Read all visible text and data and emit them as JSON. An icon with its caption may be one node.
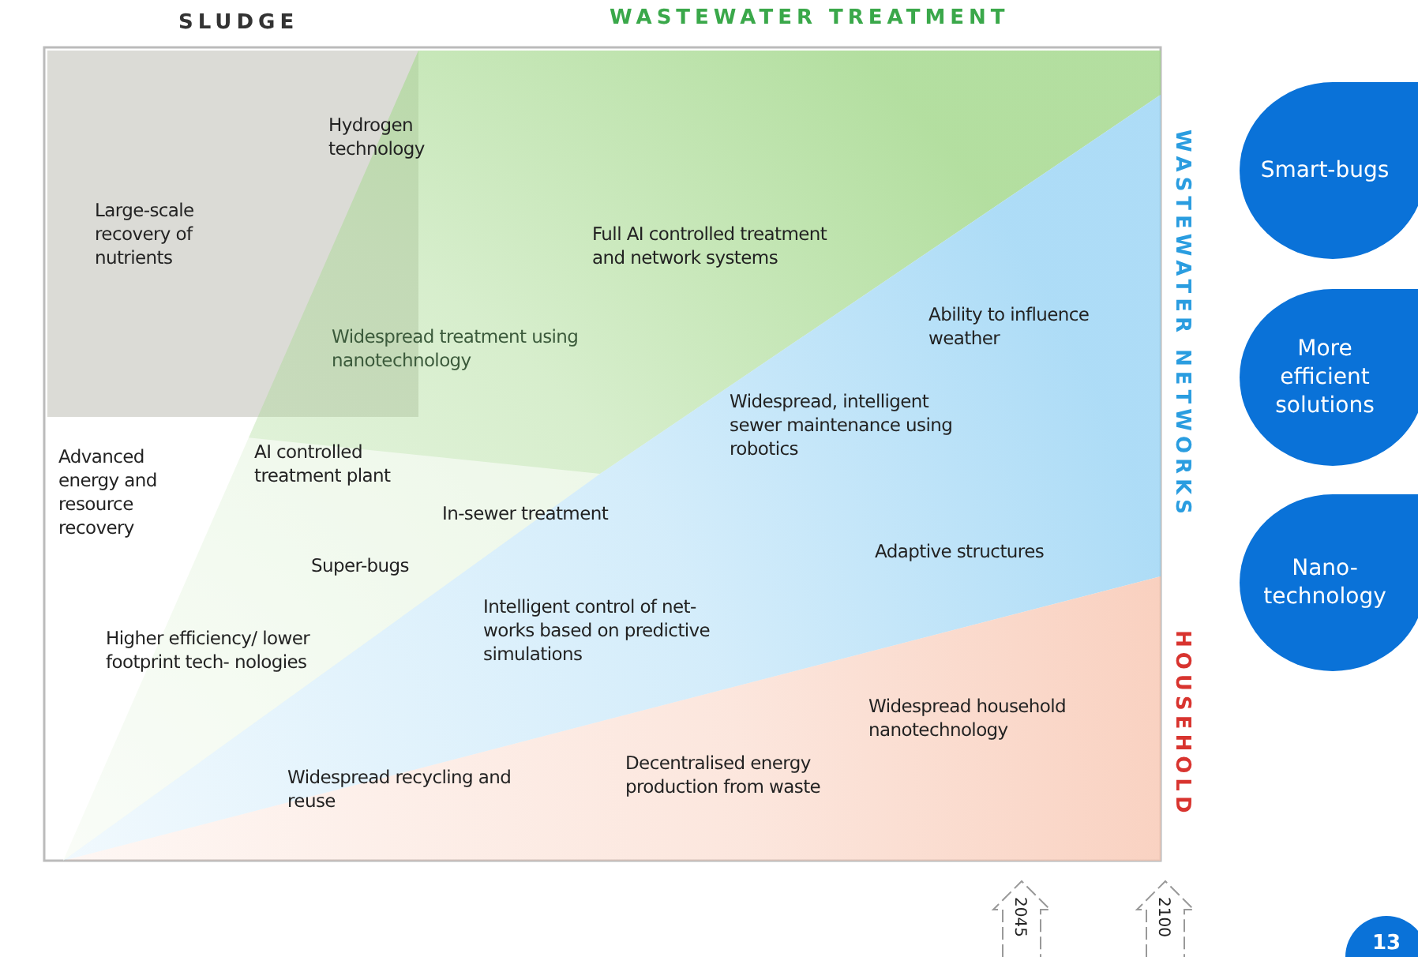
{
  "diagram": {
    "nodes": [
      {
        "text": [
          "Smart-bugs"
        ]
      },
      {
        "text": [
          "More efficient solutions"
        ]
      },
      {
        "text": [
          "Nano- technology"
        ]
      }
    ],
    "edges": [],
    "labels": [
      "SLUDGE",
      "WASTEWATER TREATMENT",
      "Hydrogen technology",
      "Large-scale recovery of nutrients",
      "Full AI controlled treatment and network systems",
      "WASTEWATER NETWORKS",
      "Widespread treatment using nanotechnology",
      "Ability to influence weather",
      "Widespread, intelligent sewer maintenance using robotics",
      "Advanced energy and resource recovery",
      "AI controlled treatment plant",
      "In-sewer treatment",
      "Adaptive structures",
      "Super-bugs",
      "Intelligent control of net- works based on predictive simulations",
      "Higher efficiency/ lower footprint tech- nologies",
      "HOUSEHOLD",
      "Widespread household nanotechnology",
      "Decentralised energy production from waste",
      "Widespread recycling and reuse",
      "2045",
      "2100",
      "13"
    ]
  }
}
